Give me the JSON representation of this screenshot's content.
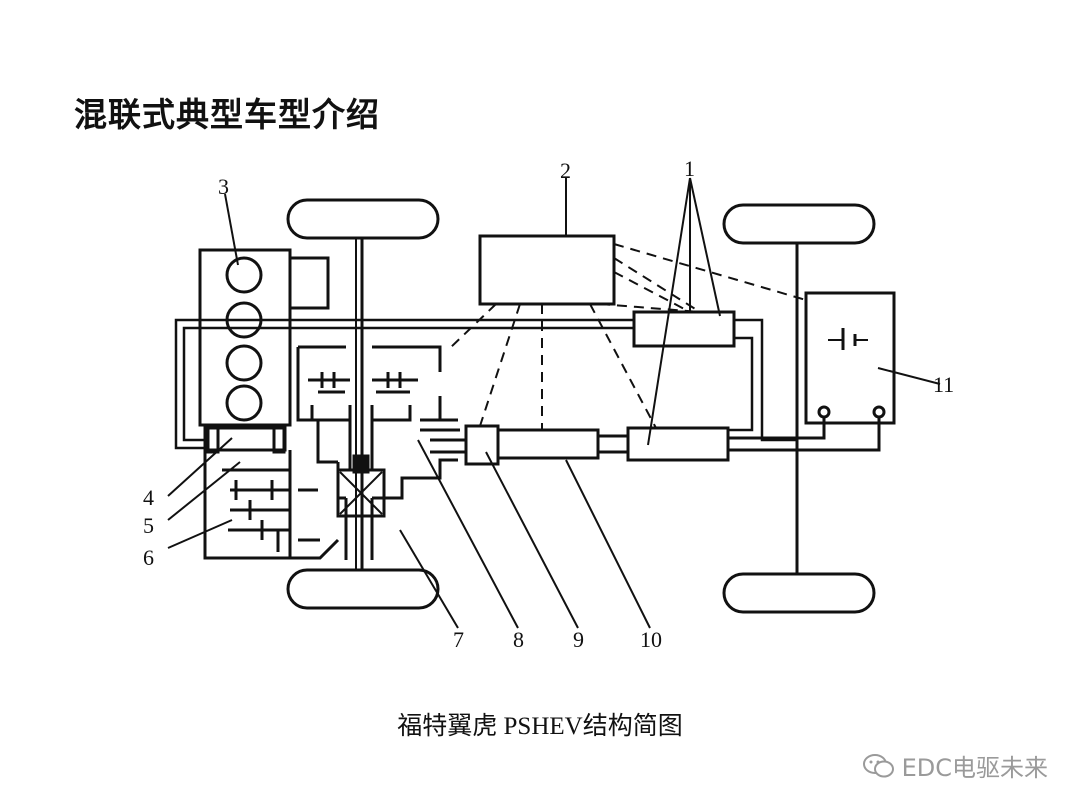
{
  "title": "混联式典型车型介绍",
  "caption": "福特翼虎 PSHEV结构简图",
  "watermark": "EDC电驱未来",
  "labels": {
    "l1": "1",
    "l2": "2",
    "l3": "3",
    "l4": "4",
    "l5": "5",
    "l6": "6",
    "l7": "7",
    "l8": "8",
    "l9": "9",
    "l10": "10",
    "l11": "11"
  }
}
